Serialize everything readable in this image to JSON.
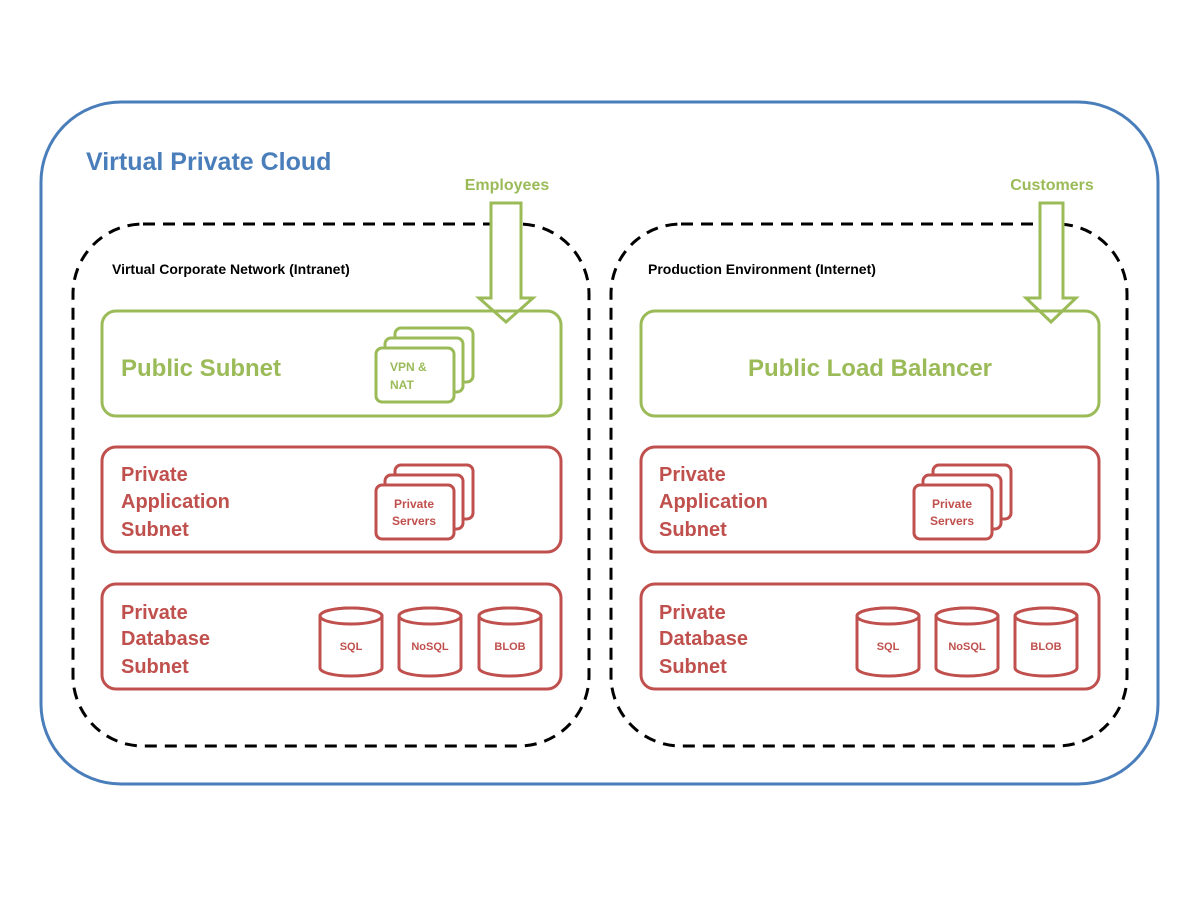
{
  "colors": {
    "vpc": "#4a7ebb",
    "public": "#9bbb59",
    "private": "#c0504d",
    "network": "#000000"
  },
  "vpc": {
    "title": "Virtual Private Cloud"
  },
  "left": {
    "network_label": "Virtual Corporate Network (Intranet)",
    "actor": "Employees",
    "public_subnet": {
      "title": "Public Subnet",
      "stack_lines": [
        "VPN &",
        "NAT"
      ]
    },
    "app_subnet": {
      "title_lines": [
        "Private",
        "Application",
        "Subnet"
      ],
      "stack_lines": [
        "Private",
        "Servers"
      ]
    },
    "db_subnet": {
      "title_lines": [
        "Private",
        "Database",
        "Subnet"
      ],
      "databases": [
        "SQL",
        "NoSQL",
        "BLOB"
      ]
    }
  },
  "right": {
    "network_label": "Production Environment (Internet)",
    "actor": "Customers",
    "public_subnet": {
      "title": "Public Load Balancer"
    },
    "app_subnet": {
      "title_lines": [
        "Private",
        "Application",
        "Subnet"
      ],
      "stack_lines": [
        "Private",
        "Servers"
      ]
    },
    "db_subnet": {
      "title_lines": [
        "Private",
        "Database",
        "Subnet"
      ],
      "databases": [
        "SQL",
        "NoSQL",
        "BLOB"
      ]
    }
  }
}
